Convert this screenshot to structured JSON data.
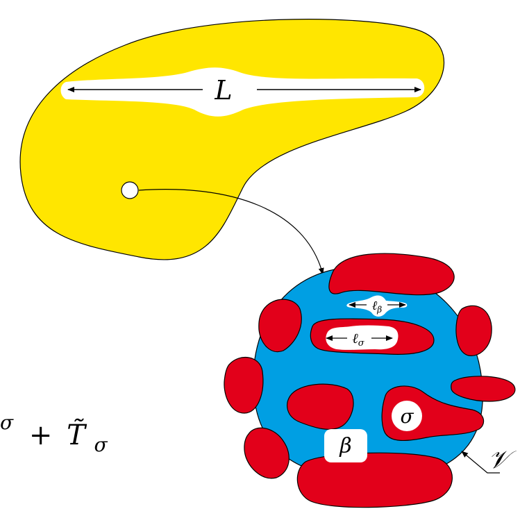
{
  "labels": {
    "macro_length": "L",
    "beta_length_base": "ℓ",
    "beta_length_sub": "β",
    "sigma_length_base": "ℓ",
    "sigma_length_sub": "σ",
    "sigma_phase": "σ",
    "beta_phase": "β",
    "volume": "𝒱",
    "partial_sup": "σ",
    "partial_plus": "+",
    "partial_T": "T̃",
    "partial_T_sub": "σ"
  },
  "colors": {
    "macro_domain": "#ffe600",
    "beta_phase": "#009fe3",
    "sigma_phase": "#e2001a",
    "outline": "#000000",
    "background": "#ffffff"
  }
}
